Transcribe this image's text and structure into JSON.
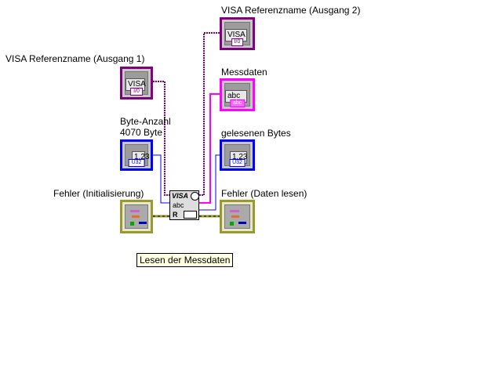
{
  "labels": {
    "visa_out2": "VISA Referenzname (Ausgang 2)",
    "visa_in1": "VISA Referenzname (Ausgang 1)",
    "messdaten": "Messdaten",
    "byte_count_line1": "Byte-Anzahl",
    "byte_count_line2": "4070 Byte",
    "gelesenen": "gelesenen Bytes",
    "error_in": "Fehler (Initialisierung)",
    "error_out": "Fehler (Daten lesen)"
  },
  "terminals": {
    "visa_text": "VISA",
    "visa_tag": "I/0",
    "string_text": "abc",
    "string_tag": "abc",
    "num_text": "1.23",
    "num_tag": "U32"
  },
  "node": {
    "top": "VISA",
    "mid": "abc",
    "bottom": "R"
  },
  "caption": "Lesen der Messdaten",
  "colors": {
    "visa": "#800080",
    "string": "#ff00ff",
    "numeric": "#0000ff",
    "error": "#999933"
  }
}
